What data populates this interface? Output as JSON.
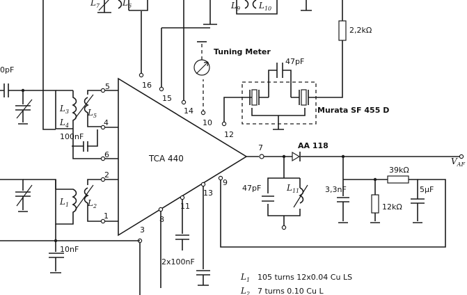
{
  "ic": {
    "name": "TCA 440"
  },
  "pins": {
    "p1": "1",
    "p2": "2",
    "p3": "3",
    "p4": "4",
    "p5": "5",
    "p6": "6",
    "p7": "7",
    "p8": "8",
    "p9": "9",
    "p10": "10",
    "p11": "11",
    "p12": "12",
    "p13": "13",
    "p14": "14",
    "p15": "15",
    "p16": "16"
  },
  "labels": {
    "tuning_meter": "Tuning Meter",
    "filter": "Murata  SF 455 D",
    "diode": "AA 118",
    "output": "V",
    "output_sub": "AF",
    "c_filter": "47pF",
    "c_tank": "47pF",
    "c_out": "3,3nF",
    "c_topleft": "0pF",
    "c_100n": "100nF",
    "c_10n": "10nF",
    "c_2x100n": "2x100nF",
    "r_2k2": "2,2kΩ",
    "r_39k": "39kΩ",
    "r_12k": "12kΩ",
    "c_5u": "5µF"
  },
  "inductors": {
    "L1": "L",
    "L1s": "1",
    "L2": "L",
    "L2s": "2",
    "L3": "L",
    "L3s": "3",
    "L4": "L",
    "L4s": "4",
    "L5": "L",
    "L5s": "5",
    "L6": "L",
    "L6s": "6",
    "L7": "L",
    "L7s": "7",
    "L9": "L",
    "L9s": "9",
    "L10": "L",
    "L10s": "10",
    "L11": "L",
    "L11s": "11"
  },
  "notes": [
    {
      "sym": "L",
      "sub": "1",
      "text": "105 turns  12x0.04 Cu LS"
    },
    {
      "sym": "L",
      "sub": "2",
      "text": "7 turns      0.10 Cu L"
    }
  ]
}
